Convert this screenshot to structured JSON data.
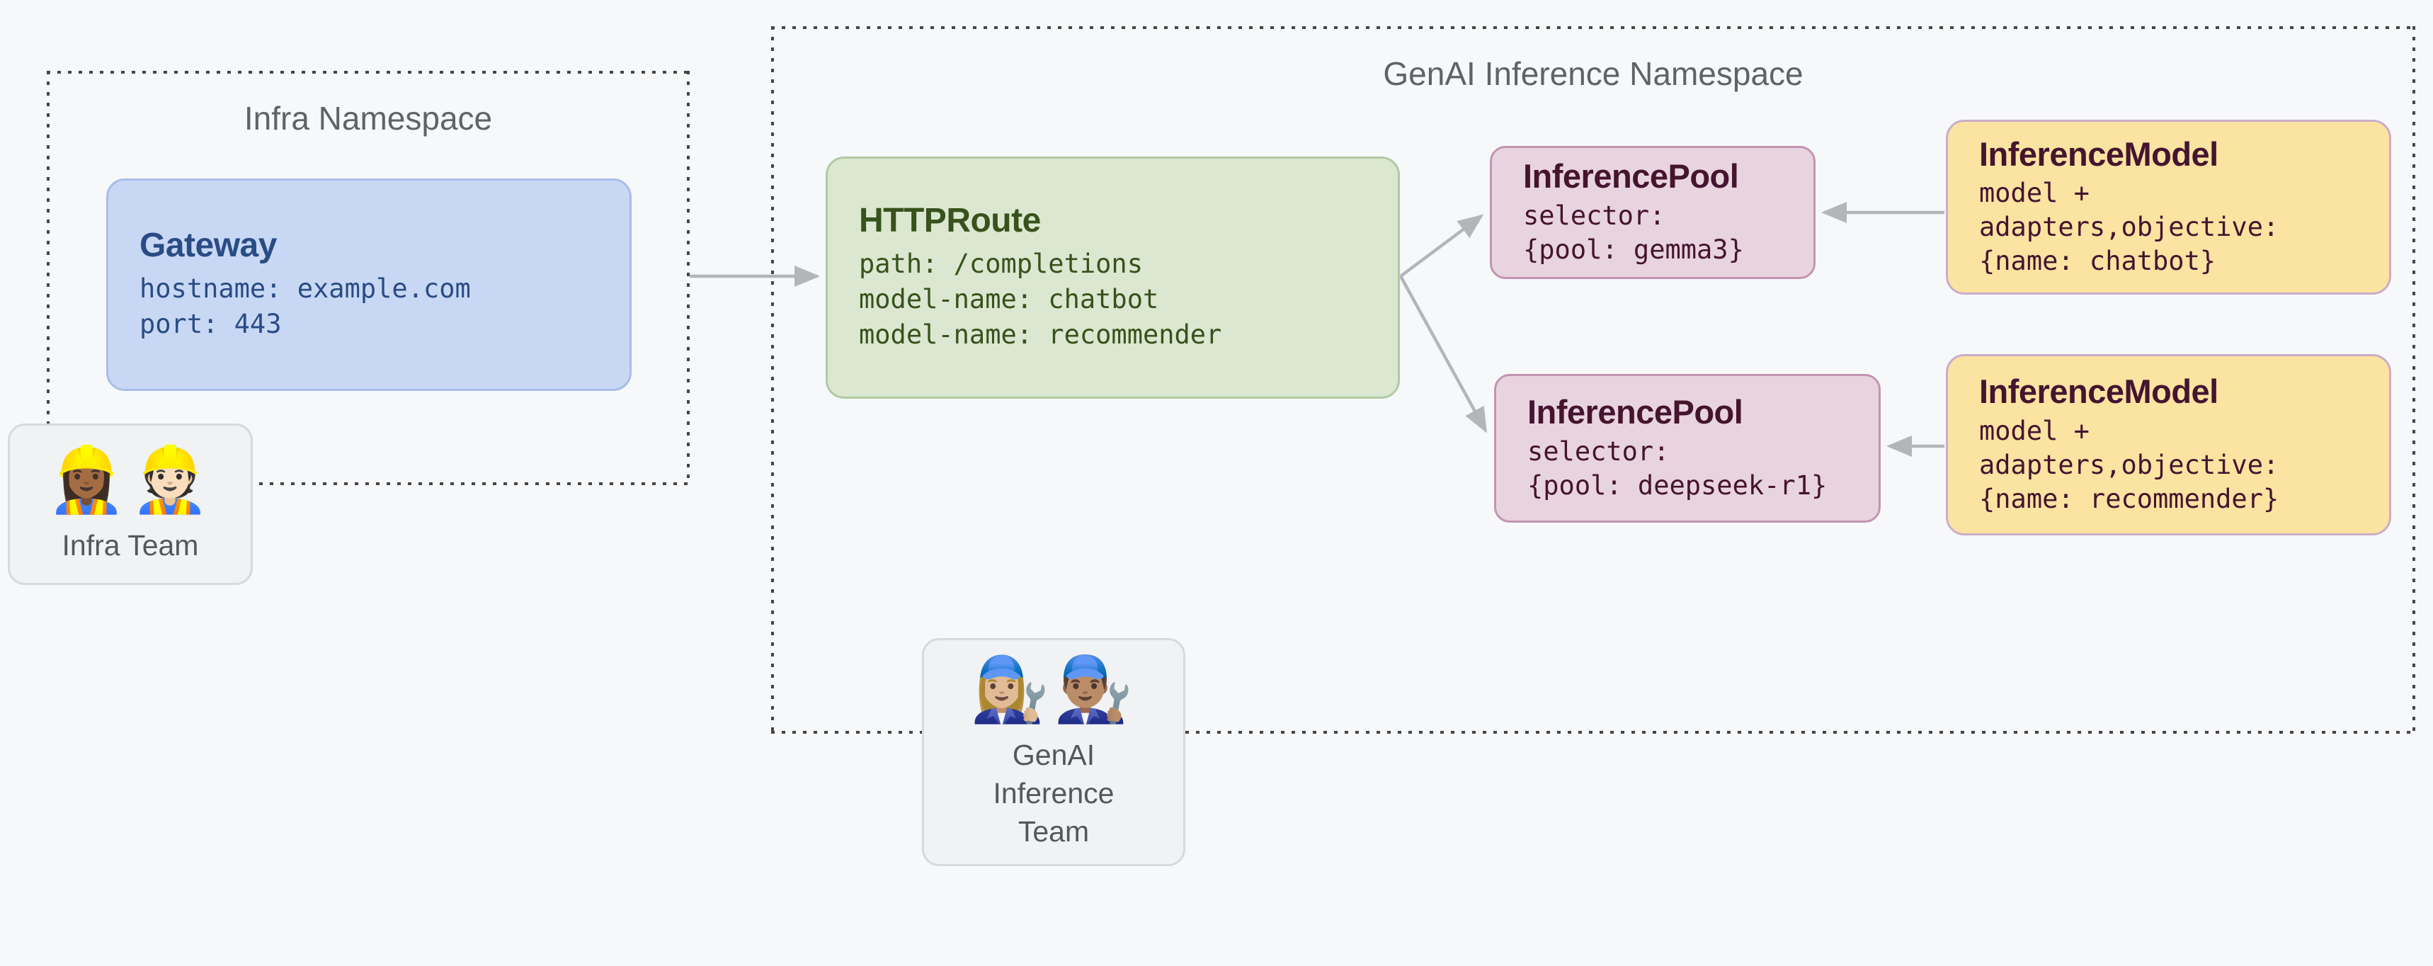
{
  "diagram": {
    "background_color": "#f7f8fa",
    "arrow_color": "#b3b5b8",
    "dotted_border_color": "#454545"
  },
  "namespaces": {
    "infra": {
      "title": "Infra Namespace"
    },
    "genai": {
      "title": "GenAI Inference Namespace"
    }
  },
  "nodes": {
    "gateway": {
      "title": "Gateway",
      "lines": [
        "hostname: example.com",
        "port: 443"
      ],
      "fill": "#c8d8f4",
      "border": "#a7bce9",
      "text_color": "#2a4c85"
    },
    "httproute": {
      "title": "HTTPRoute",
      "lines": [
        "path: /completions",
        "model-name: chatbot",
        "model-name: recommender"
      ],
      "fill": "#dbe7d1",
      "border": "#b2c9a3",
      "text_color": "#37521b"
    },
    "pool_gemma": {
      "title": "InferencePool",
      "lines": [
        "selector:",
        "{pool: gemma3}"
      ],
      "fill": "#e8d4df",
      "border": "#c294b1",
      "text_color": "#45142f"
    },
    "pool_deepseek": {
      "title": "InferencePool",
      "lines": [
        "selector:",
        "{pool: deepseek-r1}"
      ],
      "fill": "#e8d4df",
      "border": "#c294b1",
      "text_color": "#45142f"
    },
    "model_chatbot": {
      "title": "InferenceModel",
      "lines": [
        "model +",
        "adapters,objective:",
        "{name: chatbot}"
      ],
      "fill": "#fbe3a1",
      "border": "#cbadc9",
      "text_color": "#45142f"
    },
    "model_recommender": {
      "title": "InferenceModel",
      "lines": [
        "model +",
        "adapters,objective:",
        "{name: recommender}"
      ],
      "fill": "#fbe3a1",
      "border": "#cbadc9",
      "text_color": "#45142f"
    }
  },
  "teams": {
    "infra": {
      "emoji": "👷🏾‍♀️👷🏻",
      "emoji_icons": [
        "woman-construction-worker-emoji",
        "man-construction-worker-emoji"
      ],
      "label": "Infra Team"
    },
    "genai": {
      "emoji": "👩🏼‍🔧👨🏽‍🔧",
      "emoji_icons": [
        "woman-mechanic-emoji",
        "man-mechanic-emoji"
      ],
      "label": "GenAI Inference Team"
    }
  }
}
